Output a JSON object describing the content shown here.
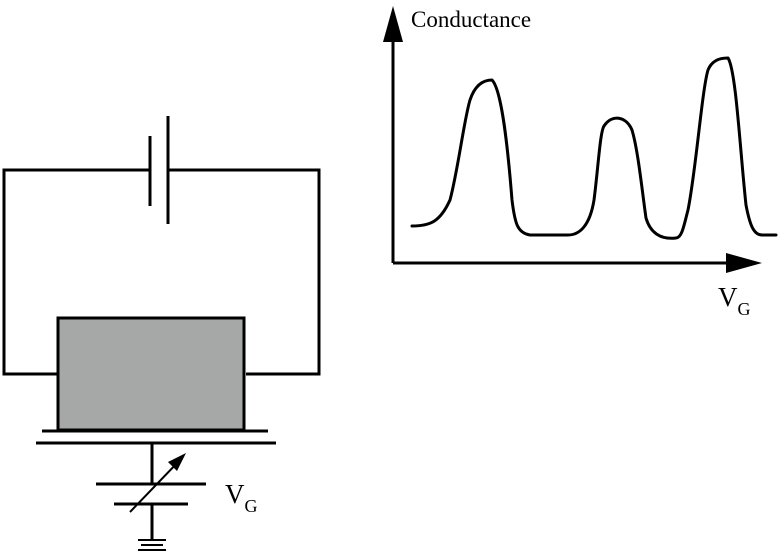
{
  "graph": {
    "y_axis_label": "Conductance",
    "x_axis_label_main": "V",
    "x_axis_label_sub": "G"
  },
  "circuit": {
    "gate_label_main": "V",
    "gate_label_sub": "G"
  },
  "colors": {
    "device_fill": "#a6a8a7",
    "line": "#000000",
    "background": "#ffffff"
  }
}
